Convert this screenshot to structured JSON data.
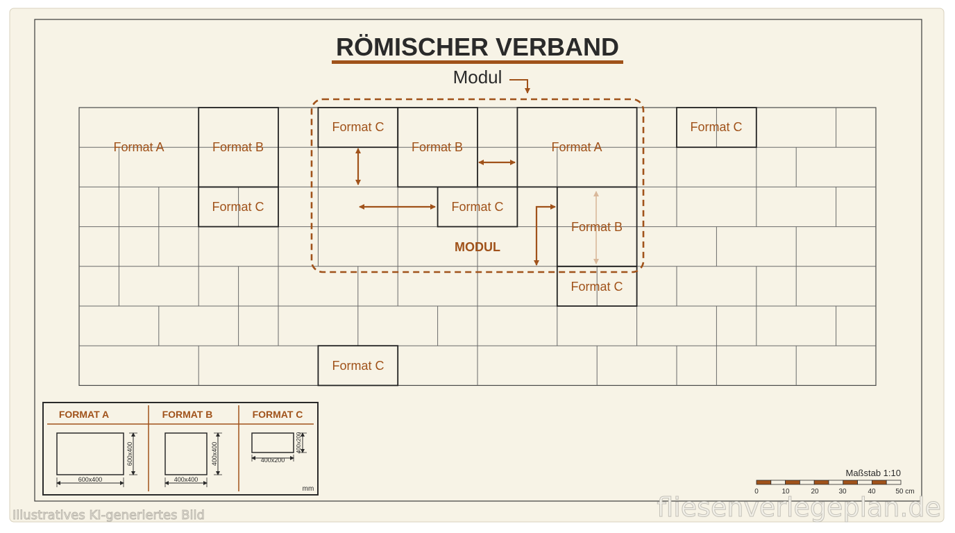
{
  "title": "RÖMISCHER VERBAND",
  "modul_callout": "Modul",
  "modul_label": "MODUL",
  "tile_labels": {
    "a": "Format A",
    "b": "Format B",
    "c": "Format C"
  },
  "legend": {
    "format_a": {
      "heading": "FORMAT A",
      "width_dim": "600x400",
      "height_dim": "600x400"
    },
    "format_b": {
      "heading": "FORMAT B",
      "width_dim": "400x400",
      "height_dim": "400x400"
    },
    "format_c": {
      "heading": "FORMAT C",
      "width_dim": "400x200",
      "height_dim": "400x200"
    },
    "unit": "mm"
  },
  "scale": {
    "label": "Maßstab 1:10",
    "ticks": [
      "0",
      "10",
      "20",
      "30",
      "40",
      "50 cm"
    ]
  },
  "watermarks": {
    "left": "Illustratives KI-generiertes Bild",
    "right": "fliesenverlegeplan.de"
  },
  "colors": {
    "accent": "#a0521a",
    "paper": "#f7f3e6",
    "line": "#2a2a2a"
  }
}
